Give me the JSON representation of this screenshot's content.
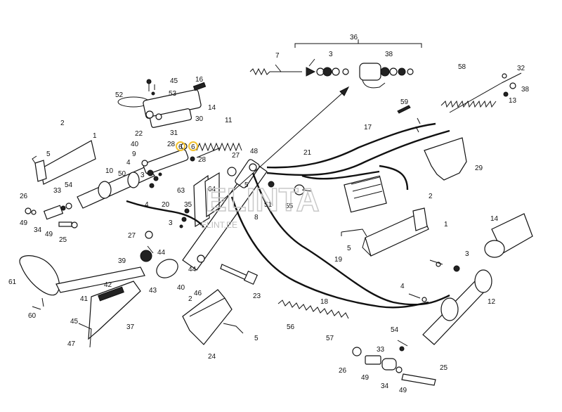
{
  "labels": [
    {
      "id": "l36",
      "text": "36"
    },
    {
      "id": "l7",
      "text": "7"
    },
    {
      "id": "l3a",
      "text": "3"
    },
    {
      "id": "l38a",
      "text": "38"
    },
    {
      "id": "l58",
      "text": "58"
    },
    {
      "id": "l32",
      "text": "32"
    },
    {
      "id": "l38b",
      "text": "38"
    },
    {
      "id": "l13",
      "text": "13"
    },
    {
      "id": "l59",
      "text": "59"
    },
    {
      "id": "l45a",
      "text": "45"
    },
    {
      "id": "l16",
      "text": "16"
    },
    {
      "id": "l52",
      "text": "52"
    },
    {
      "id": "l53",
      "text": "53"
    },
    {
      "id": "l14a",
      "text": "14"
    },
    {
      "id": "l30",
      "text": "30"
    },
    {
      "id": "l2a",
      "text": "2"
    },
    {
      "id": "l11",
      "text": "11"
    },
    {
      "id": "l31",
      "text": "31"
    },
    {
      "id": "l22",
      "text": "22"
    },
    {
      "id": "l28a",
      "text": "28"
    },
    {
      "id": "l6a",
      "text": "6"
    },
    {
      "id": "l6b",
      "text": "6"
    },
    {
      "id": "l28b",
      "text": "28"
    },
    {
      "id": "l1a",
      "text": "1"
    },
    {
      "id": "l40a",
      "text": "40"
    },
    {
      "id": "l9",
      "text": "9"
    },
    {
      "id": "l17",
      "text": "17"
    },
    {
      "id": "l5a",
      "text": "5"
    },
    {
      "id": "l4a",
      "text": "4"
    },
    {
      "id": "l27a",
      "text": "27"
    },
    {
      "id": "l48",
      "text": "48"
    },
    {
      "id": "l21",
      "text": "21"
    },
    {
      "id": "l29",
      "text": "29"
    },
    {
      "id": "l10",
      "text": "10"
    },
    {
      "id": "l50",
      "text": "50"
    },
    {
      "id": "l3b",
      "text": "3"
    },
    {
      "id": "l26a",
      "text": "26"
    },
    {
      "id": "l33a",
      "text": "33"
    },
    {
      "id": "l54a",
      "text": "54"
    },
    {
      "id": "l63",
      "text": "63"
    },
    {
      "id": "l64",
      "text": "64"
    },
    {
      "id": "l5b",
      "text": "5"
    },
    {
      "id": "l51",
      "text": "51"
    },
    {
      "id": "l55",
      "text": "55"
    },
    {
      "id": "l2b",
      "text": "2"
    },
    {
      "id": "l4b",
      "text": "4"
    },
    {
      "id": "l20",
      "text": "20"
    },
    {
      "id": "l35",
      "text": "35"
    },
    {
      "id": "l49a",
      "text": "49"
    },
    {
      "id": "l34a",
      "text": "34"
    },
    {
      "id": "l49b",
      "text": "49"
    },
    {
      "id": "l25a",
      "text": "25"
    },
    {
      "id": "l3c",
      "text": "3"
    },
    {
      "id": "l8",
      "text": "8"
    },
    {
      "id": "l1b",
      "text": "1"
    },
    {
      "id": "l14b",
      "text": "14"
    },
    {
      "id": "l5c",
      "text": "5"
    },
    {
      "id": "l27b",
      "text": "27"
    },
    {
      "id": "l44a",
      "text": "44"
    },
    {
      "id": "l39",
      "text": "39"
    },
    {
      "id": "l44b",
      "text": "44"
    },
    {
      "id": "l19",
      "text": "19"
    },
    {
      "id": "l3d",
      "text": "3"
    },
    {
      "id": "l61",
      "text": "61"
    },
    {
      "id": "l40b",
      "text": "40"
    },
    {
      "id": "l42",
      "text": "42"
    },
    {
      "id": "l43",
      "text": "43"
    },
    {
      "id": "l46",
      "text": "46"
    },
    {
      "id": "l23",
      "text": "23"
    },
    {
      "id": "l4c",
      "text": "4"
    },
    {
      "id": "l41",
      "text": "41"
    },
    {
      "id": "l2c",
      "text": "2"
    },
    {
      "id": "l18",
      "text": "18"
    },
    {
      "id": "l12",
      "text": "12"
    },
    {
      "id": "l60",
      "text": "60"
    },
    {
      "id": "l45b",
      "text": "45"
    },
    {
      "id": "l37",
      "text": "37"
    },
    {
      "id": "l56",
      "text": "56"
    },
    {
      "id": "l57",
      "text": "57"
    },
    {
      "id": "l47",
      "text": "47"
    },
    {
      "id": "l24",
      "text": "24"
    },
    {
      "id": "l5d",
      "text": "5"
    },
    {
      "id": "l54b",
      "text": "54"
    },
    {
      "id": "l33b",
      "text": "33"
    },
    {
      "id": "l26b",
      "text": "26"
    },
    {
      "id": "l25b",
      "text": "25"
    },
    {
      "id": "l49c",
      "text": "49"
    },
    {
      "id": "l34b",
      "text": "34"
    },
    {
      "id": "l49d",
      "text": "49"
    }
  ],
  "watermark": {
    "logo_text": "ELINTA",
    "sub_text": "ELINT.EE"
  },
  "colors": {
    "highlight": "#f2c230",
    "ink": "#111111",
    "watermark": "#c9c9c9"
  }
}
